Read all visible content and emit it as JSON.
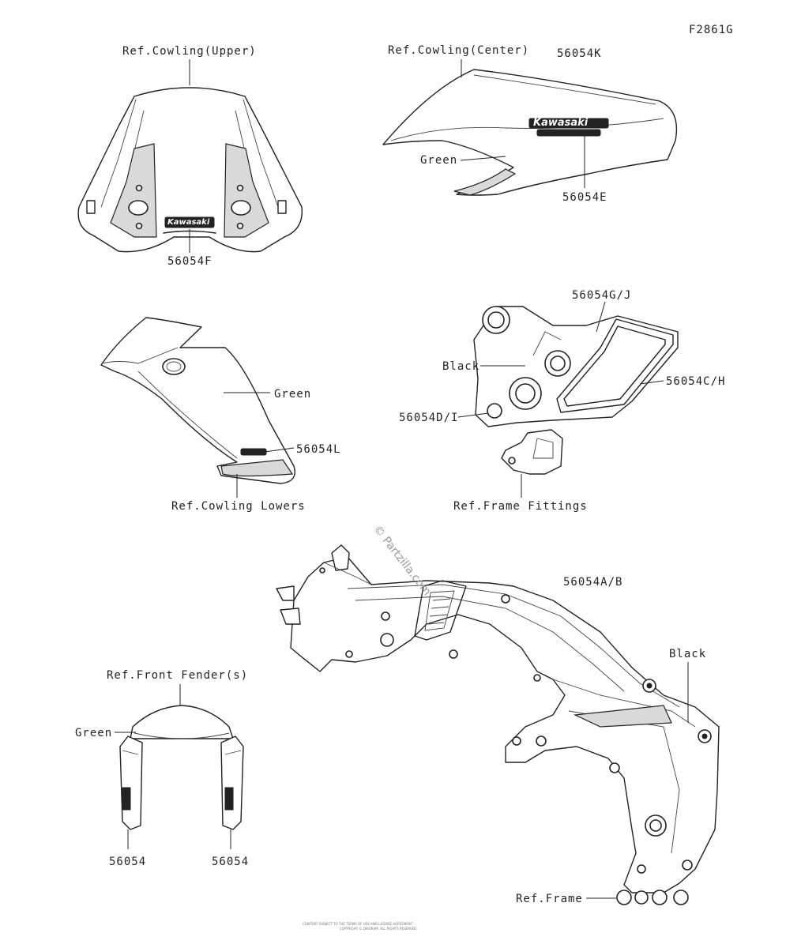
{
  "figure_id": "F2861G",
  "labels": {
    "ref_cowling_upper": "Ref.Cowling(Upper)",
    "part_56054f": "56054F",
    "ref_cowling_center": "Ref.Cowling(Center)",
    "part_56054k": "56054K",
    "green_center": "Green",
    "part_56054e": "56054E",
    "green_lower": "Green",
    "part_56054l": "56054L",
    "ref_cowling_lowers": "Ref.Cowling Lowers",
    "part_56054g_j": "56054G/J",
    "black_fittings": "Black",
    "part_56054c_h": "56054C/H",
    "part_56054d_i": "56054D/I",
    "ref_frame_fittings": "Ref.Frame Fittings",
    "part_56054a_b": "56054A/B",
    "black_frame": "Black",
    "ref_frame": "Ref.Frame",
    "ref_front_fenders": "Ref.Front Fender(s)",
    "green_fender": "Green",
    "part_56054_left": "56054",
    "part_56054_right": "56054"
  },
  "decals": {
    "brand_upper": "Kawasaki",
    "brand_center": "Kawasaki"
  },
  "watermark": "© Partzilla.com",
  "footer_lines": [
    "CONTENT SUBJECT TO THE TERMS OF USE AND LICENSE AGREEMENT",
    "COPYRIGHT © DIAGRAM. ALL RIGHTS RESERVED"
  ]
}
